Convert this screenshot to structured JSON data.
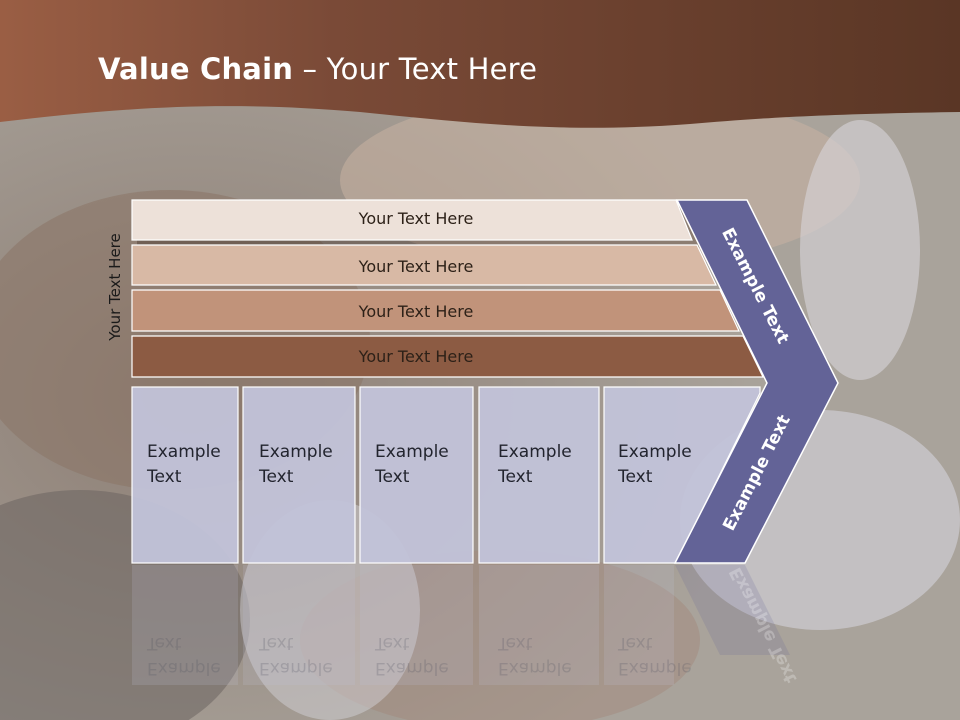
{
  "slide": {
    "title_bold": "Value Chain",
    "title_rest": " – Your Text Here",
    "side_label": "Your Text Here"
  },
  "bands": [
    {
      "label": "Your Text Here",
      "color": "#ede1d9"
    },
    {
      "label": "Your Text Here",
      "color": "#d8b9a5"
    },
    {
      "label": "Your Text Here",
      "color": "#c1937a"
    },
    {
      "label": "Your Text Here",
      "color": "#8c5b43"
    }
  ],
  "cells": [
    {
      "label": "Example\nText"
    },
    {
      "label": "Example\nText"
    },
    {
      "label": "Example\nText"
    },
    {
      "label": "Example\nText"
    },
    {
      "label": "Example\nText"
    }
  ],
  "chevron": {
    "top_label": "Example Text",
    "bottom_label": "Example Text",
    "color": "#636397"
  },
  "colors": {
    "header": "#6f4432",
    "cell_fill": "#c2c3d9"
  }
}
